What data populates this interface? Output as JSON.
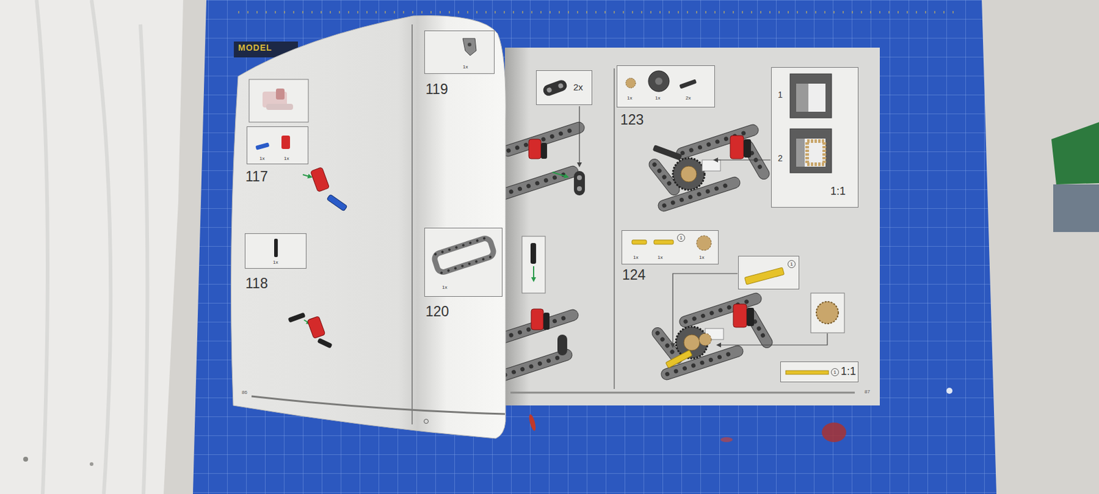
{
  "diagram": {
    "nodes": [
      {
        "text": [
          "1x",
          "1x"
        ]
      },
      {
        "text": [
          "1x"
        ]
      },
      {
        "text": [
          "1x"
        ]
      },
      {
        "text": [
          "1x"
        ]
      },
      {
        "text": [
          "2x"
        ]
      },
      {
        "text": [
          "1x",
          "1x",
          "2x"
        ]
      },
      {
        "text": [
          "1",
          "2",
          "1:1"
        ]
      },
      {
        "text": [
          "1x",
          "1x",
          "1",
          "1x"
        ]
      },
      {
        "text": [
          "1"
        ]
      },
      {
        "text": [
          "1",
          "1:1"
        ]
      }
    ],
    "labels": [
      "MODEL",
      "117",
      "118",
      "119",
      "120",
      "123",
      "124",
      "86",
      "87"
    ]
  }
}
